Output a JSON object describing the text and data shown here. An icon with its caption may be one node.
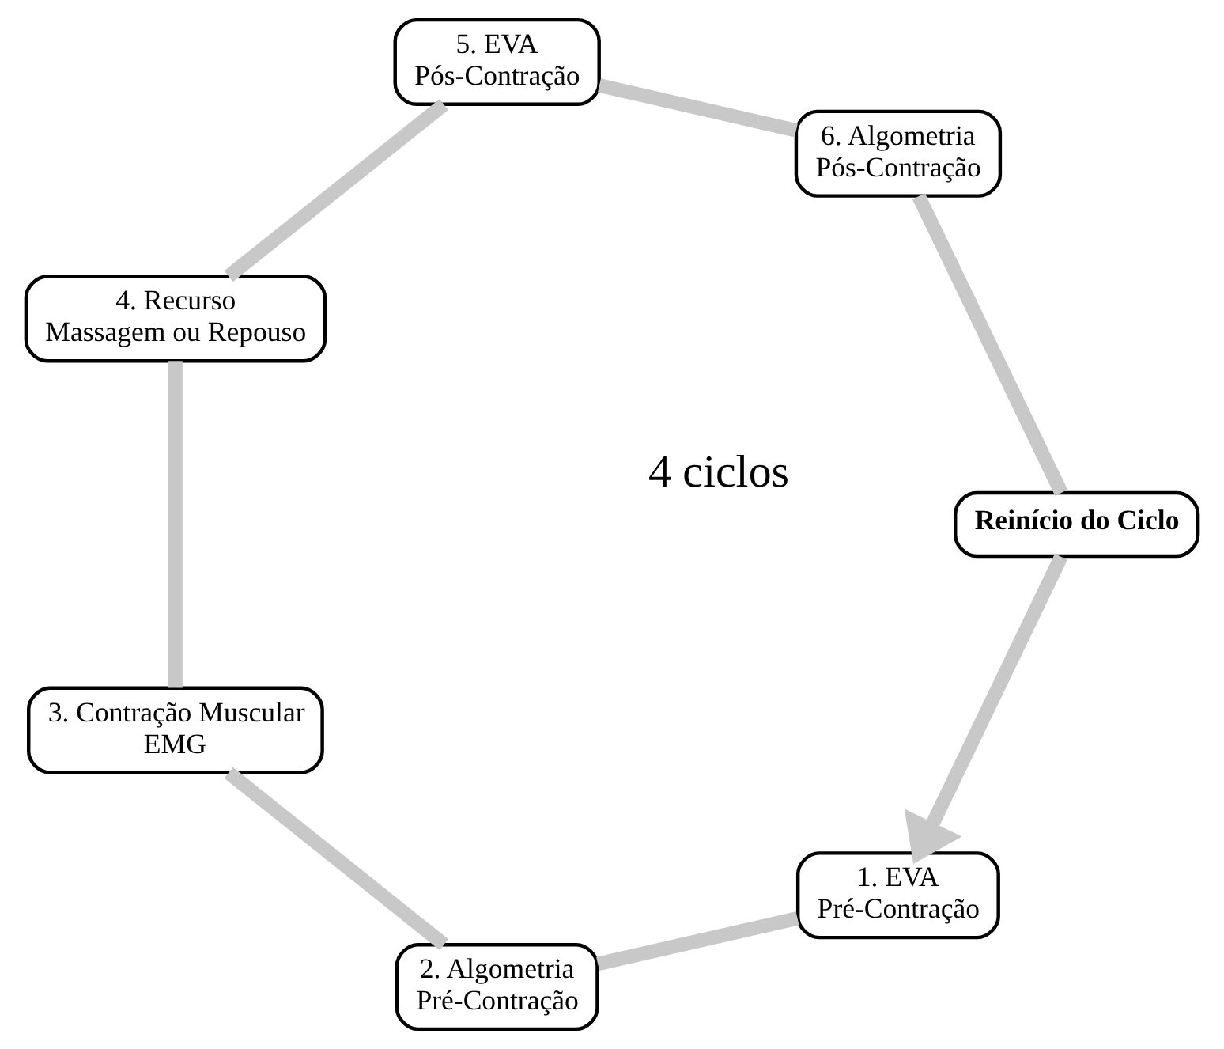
{
  "diagram": {
    "nodes": [
      {
        "text": [
          "1. EVA",
          "Pré-Contração"
        ]
      },
      {
        "text": [
          "2. Algometria",
          "Pré-Contração"
        ]
      },
      {
        "text": [
          "3. Contração Muscular",
          "EMG"
        ]
      },
      {
        "text": [
          "4. Recurso",
          "Massagem ou Repouso"
        ]
      },
      {
        "text": [
          "5. EVA",
          "Pós-Contração"
        ]
      },
      {
        "text": [
          "6. Algometria",
          "Pós-Contração"
        ]
      },
      {
        "text": [
          "Reinício do Ciclo"
        ]
      }
    ],
    "edges": [
      {
        "from": 0,
        "to": 1,
        "arrow": "none"
      },
      {
        "from": 1,
        "to": 2,
        "arrow": "none"
      },
      {
        "from": 2,
        "to": 3,
        "arrow": "none"
      },
      {
        "from": 3,
        "to": 4,
        "arrow": "none"
      },
      {
        "from": 4,
        "to": 5,
        "arrow": "none"
      },
      {
        "from": 5,
        "to": 6,
        "arrow": "none"
      },
      {
        "from": 6,
        "to": 0,
        "arrow": "to"
      }
    ],
    "labels": [
      "4 ciclos"
    ]
  }
}
